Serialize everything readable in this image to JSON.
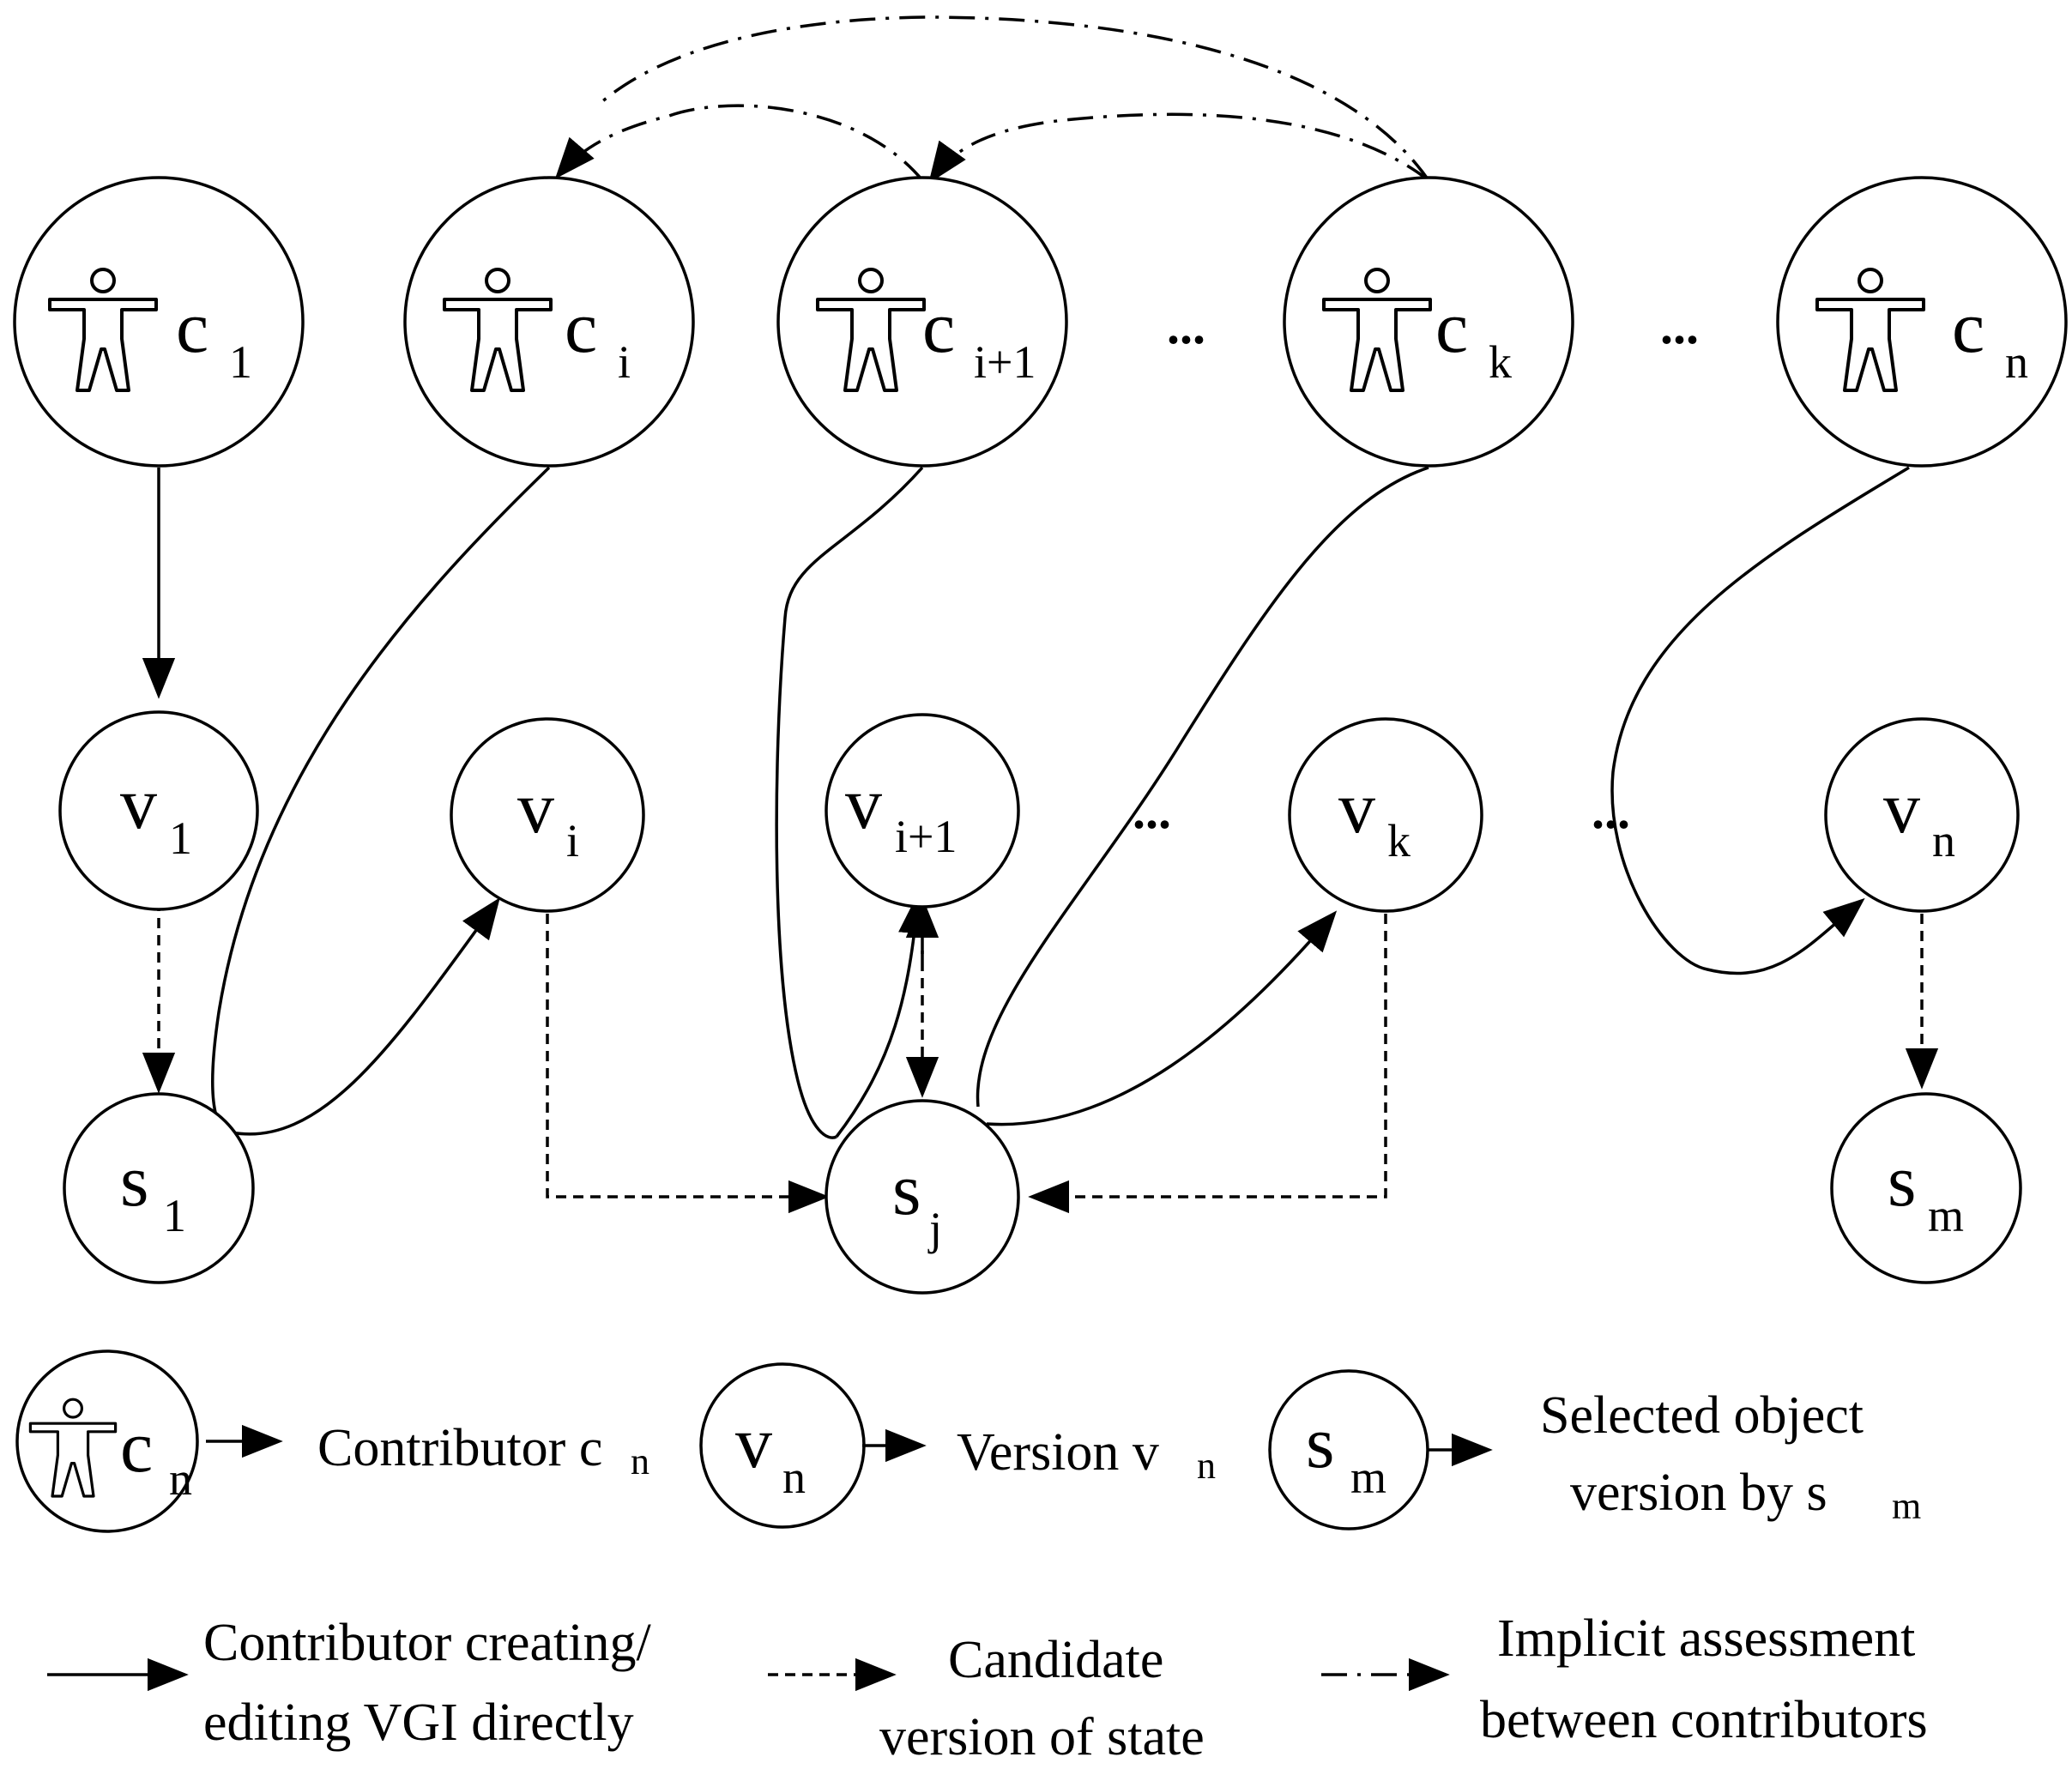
{
  "contributors": [
    {
      "letter": "c",
      "sub": "1"
    },
    {
      "letter": "c",
      "sub": "i"
    },
    {
      "letter": "c",
      "sub": "i+1"
    },
    {
      "letter": "c",
      "sub": "k"
    },
    {
      "letter": "c",
      "sub": "n"
    }
  ],
  "versions": [
    {
      "letter": "v",
      "sub": "1"
    },
    {
      "letter": "v",
      "sub": "i"
    },
    {
      "letter": "v",
      "sub": "i+1"
    },
    {
      "letter": "v",
      "sub": "k"
    },
    {
      "letter": "v",
      "sub": "n"
    }
  ],
  "states": [
    {
      "letter": "s",
      "sub": "1"
    },
    {
      "letter": "s",
      "sub": "j"
    },
    {
      "letter": "s",
      "sub": "m"
    }
  ],
  "ellipsis": "...",
  "legend": {
    "contributor_node": {
      "letter": "c",
      "sub": "n"
    },
    "contributor_text": "Contributor c",
    "contributor_sub": "n",
    "version_node": {
      "letter": "v",
      "sub": "n"
    },
    "version_text": "Version v",
    "version_sub": "n",
    "state_node": {
      "letter": "s",
      "sub": "m"
    },
    "state_line1": "Selected object",
    "state_line2": "version by s",
    "state_sub": "m",
    "solid_line1": "Contributor creating/",
    "solid_line2": "editing VGI directly",
    "dashed_line1": "Candidate",
    "dashed_line2": "version of state",
    "dashdot_line1": "Implicit assessment",
    "dashdot_line2": "between contributors"
  }
}
